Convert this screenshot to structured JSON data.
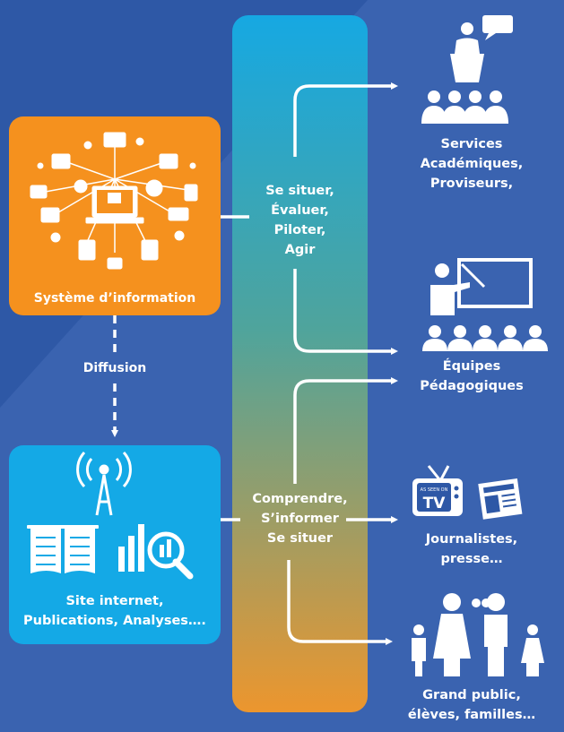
{
  "colors": {
    "background": "#3a63b0",
    "background_dark": "#2e58a6",
    "orange": "#f5911e",
    "light_blue": "#14a9e6",
    "gradient_top": "#16a8e2",
    "gradient_mid": "#4fa49c",
    "gradient_bottom": "#ec962e",
    "white": "#ffffff"
  },
  "systeme": {
    "label": "Système d’information",
    "icon": "network-devices-icon"
  },
  "diffusion_label": "Diffusion",
  "site": {
    "label_line1": "Site internet,",
    "label_line2": "Publications, Analyses….",
    "icons": [
      "antenna-icon",
      "book-icon",
      "magnifier-chart-icon"
    ]
  },
  "center": {
    "upper_text": "Se situer,\nÉvaluer,\nPiloter,\nAgir",
    "lower_text": "Comprendre,\nS’informer\nSe situer"
  },
  "audiences": [
    {
      "label": "Services\nAcadémiques,\nProviseurs,",
      "icon": "speaker-audience-icon"
    },
    {
      "label": "Équipes\nPédagogiques",
      "icon": "teacher-class-icon"
    },
    {
      "label": "Journalistes,\npresse…",
      "icon": "tv-newspaper-icon"
    },
    {
      "label": "Grand public,\nélèves, familles…",
      "icon": "family-icon"
    }
  ],
  "tv_badge": "TV",
  "tv_badge_small": "AS SEEN ON"
}
